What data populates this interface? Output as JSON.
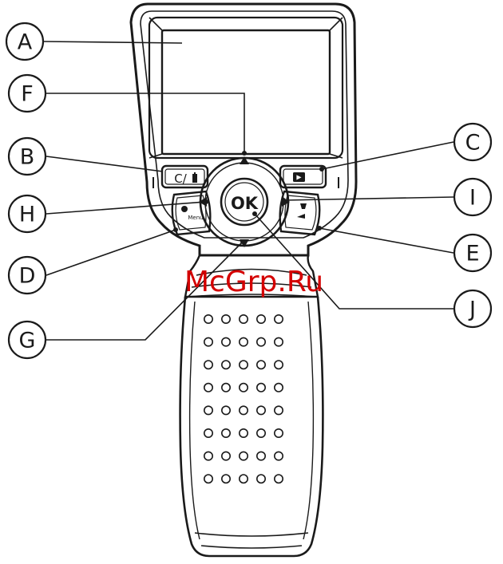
{
  "callouts": {
    "A": "A",
    "B": "B",
    "C": "C",
    "D": "D",
    "E": "E",
    "F": "F",
    "G": "G",
    "H": "H",
    "I": "I",
    "J": "J"
  },
  "buttons": {
    "ok": "OK",
    "b_left": "C/",
    "b_right": "▶"
  },
  "watermark": "McGrp.Ru",
  "colors": {
    "line": "#1a1a1a",
    "watermark": "#d40000"
  }
}
